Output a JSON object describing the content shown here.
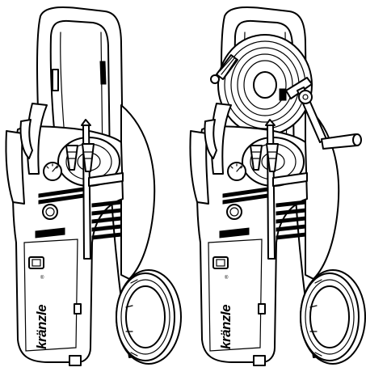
{
  "illustration": {
    "brand_text": "kränzle",
    "registered_mark": "®",
    "variants": [
      {
        "id": "without-hose-reel",
        "has_hose_reel": false
      },
      {
        "id": "with-hose-reel",
        "has_hose_reel": true
      }
    ]
  },
  "colors": {
    "line": "#000000",
    "fill": "#ffffff",
    "background": "#ffffff"
  }
}
